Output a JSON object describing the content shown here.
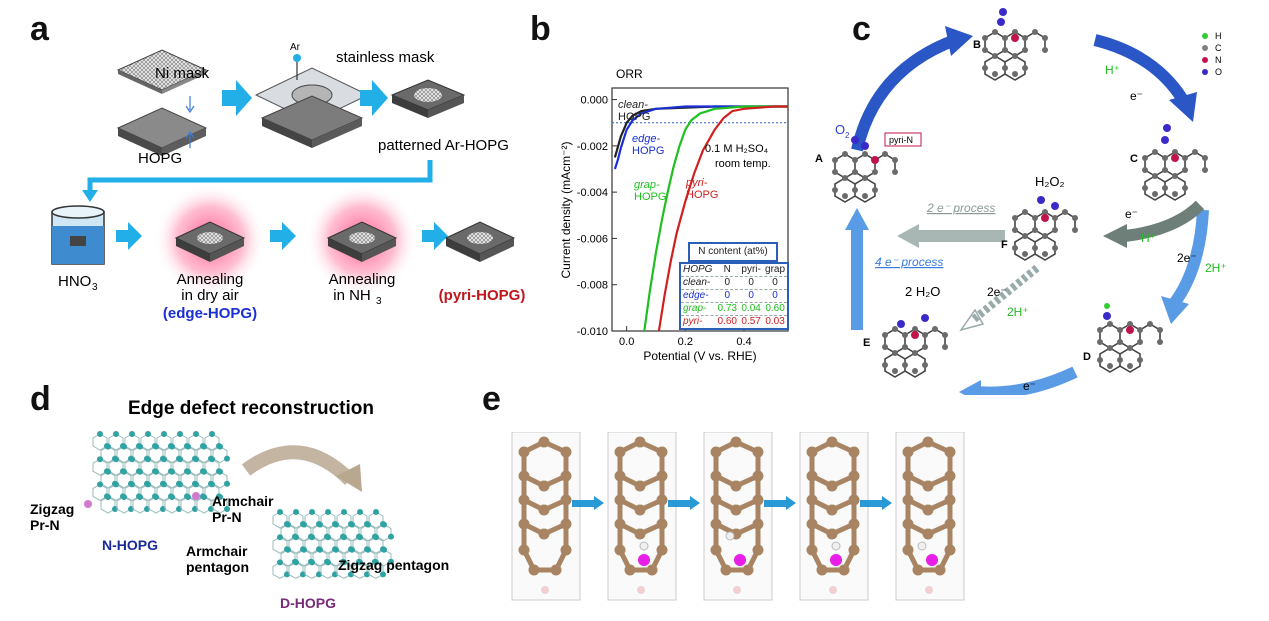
{
  "panel_labels": [
    "a",
    "b",
    "c",
    "d",
    "e"
  ],
  "panel_a": {
    "ni_mask": "Ni mask",
    "ar_plus": "Ar",
    "stainless_mask": "stainless\nmask",
    "hopg": "HOPG",
    "patterned": "patterned Ar-HOPG",
    "hno3": "HNO",
    "annealing_air": "Annealing\nin dry air",
    "edge_hopg": "(edge-HOPG)",
    "annealing_nh3": "Annealing\nin NH",
    "pyri_hopg": "(pyri-HOPG)",
    "colors": {
      "arrow": "#22aee6",
      "edge": "#1a2fd6",
      "pyri": "#c0161b",
      "glow": "#ff3b7a"
    }
  },
  "panel_b": {
    "chart_data": {
      "type": "line",
      "title": "ORR",
      "xlabel": "Potential (V vs. RHE)",
      "ylabel": "Current density (mAcm⁻²)",
      "xlim": [
        -0.05,
        0.55
      ],
      "ylim": [
        -0.01,
        0.0005
      ],
      "xticks": [
        "0.0",
        "0.2",
        "0.4"
      ],
      "yticks": [
        "0.000",
        "-0.002",
        "-0.004",
        "-0.006",
        "-0.008",
        "-0.010"
      ],
      "annotation": "0.1 M H₂SO₄\nroom temp.",
      "reference_line": -0.001,
      "series": [
        {
          "name": "clean-\nHOPG",
          "color": "#222222",
          "x": [
            -0.04,
            -0.02,
            0.0,
            0.02,
            0.05,
            0.1,
            0.2,
            0.3,
            0.4,
            0.5,
            0.55
          ],
          "y": [
            -0.0025,
            -0.0016,
            -0.001,
            -0.0007,
            -0.0005,
            -0.0004,
            -0.00035,
            -0.0003,
            -0.0003,
            -0.0003,
            -0.0003
          ]
        },
        {
          "name": "edge-\nHOPG",
          "color": "#1a2fd6",
          "x": [
            -0.04,
            -0.03,
            -0.02,
            -0.01,
            0.0,
            0.02,
            0.05,
            0.1,
            0.15,
            0.2,
            0.3,
            0.4,
            0.5,
            0.55
          ],
          "y": [
            -0.003,
            -0.0026,
            -0.0021,
            -0.0017,
            -0.0013,
            -0.0009,
            -0.0006,
            -0.0004,
            -0.00035,
            -0.0003,
            -0.0003,
            -0.0003,
            -0.0003,
            -0.0003
          ]
        },
        {
          "name": "grap-\nHOPG",
          "color": "#1fbf1f",
          "x": [
            0.06,
            0.08,
            0.1,
            0.12,
            0.14,
            0.16,
            0.18,
            0.2,
            0.22,
            0.25,
            0.3,
            0.35,
            0.4,
            0.5,
            0.55
          ],
          "y": [
            -0.01,
            -0.0082,
            -0.0066,
            -0.0052,
            -0.004,
            -0.0029,
            -0.002,
            -0.0013,
            -0.0009,
            -0.0006,
            -0.0004,
            -0.00035,
            -0.0003,
            -0.0003,
            -0.0003
          ]
        },
        {
          "name": "pyri-\nHOPG",
          "color": "#d11f1f",
          "x": [
            0.11,
            0.13,
            0.15,
            0.17,
            0.2,
            0.23,
            0.26,
            0.3,
            0.33,
            0.36,
            0.4,
            0.45,
            0.5,
            0.55
          ],
          "y": [
            -0.01,
            -0.0084,
            -0.007,
            -0.0058,
            -0.0044,
            -0.0032,
            -0.0022,
            -0.0013,
            -0.0008,
            -0.0005,
            -0.0004,
            -0.00035,
            -0.0003,
            -0.0003
          ]
        }
      ]
    },
    "table": {
      "title": "N content (at%)",
      "headers": [
        "HOPG",
        "N",
        "pyri-",
        "grap"
      ],
      "rows": [
        {
          "name": "clean-",
          "values": [
            "0",
            "0",
            "0"
          ],
          "color": "#222222"
        },
        {
          "name": "edge-",
          "values": [
            "0",
            "0",
            "0"
          ],
          "color": "#1a2fd6"
        },
        {
          "name": "grap-",
          "values": [
            "0.73",
            "0.04",
            "0.60"
          ],
          "color": "#1fbf1f"
        },
        {
          "name": "pyri-",
          "values": [
            "0.60",
            "0.57",
            "0.03"
          ],
          "color": "#d11f1f"
        }
      ]
    }
  },
  "panel_c": {
    "legend": [
      "H",
      "C",
      "N",
      "O"
    ],
    "legend_colors": [
      "#33cc33",
      "#808080",
      "#c0144a",
      "#3a2bc9"
    ],
    "state_labels": [
      "A",
      "B",
      "C",
      "D",
      "E",
      "F"
    ],
    "o2": "O",
    "pyri_n": "pyri-N",
    "h2o2": "H₂O₂",
    "two_h2o": "2 H₂O",
    "h_plus": "H⁺",
    "two_h_plus": "2H⁺",
    "e_minus": "e⁻",
    "two_e_minus": "2e⁻",
    "two_e_process": "2 e⁻ process",
    "four_e_process": "4 e⁻ process"
  },
  "panel_d": {
    "title": "Edge defect reconstruction",
    "zigzag_prn": "Zigzag\nPr-N",
    "armchair_prn": "Armchair\nPr-N",
    "n_hopg": "N-HOPG",
    "armchair_pentagon": "Armchair\npentagon",
    "zigzag_pentagon": "Zigzag pentagon",
    "d_hopg": "D-HOPG"
  }
}
